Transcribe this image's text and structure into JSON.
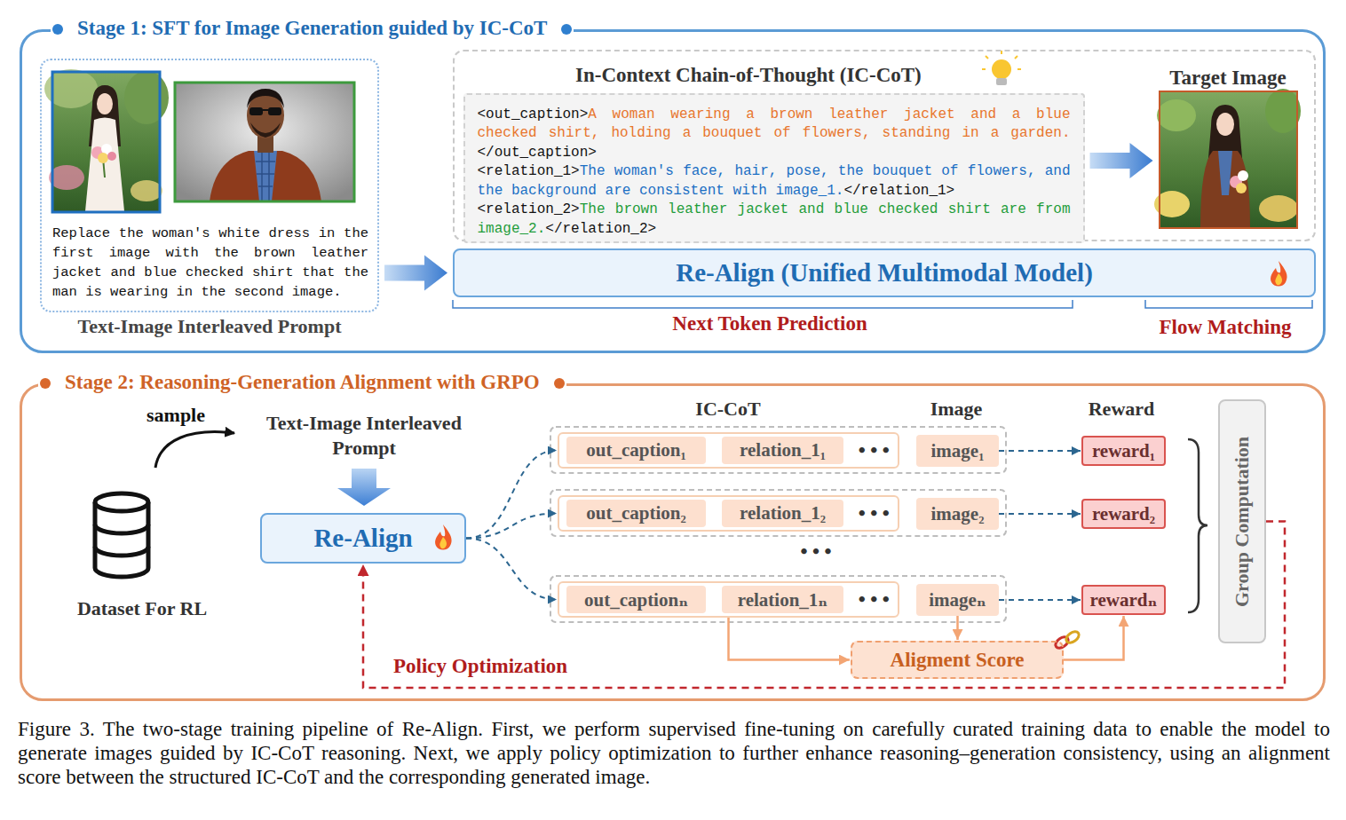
{
  "diagram": {
    "caption": "Figure 3. The two-stage training pipeline of Re-Align. First, we perform supervised fine-tuning on carefully curated training data to enable the model to generate images guided by IC-CoT reasoning. Next, we apply policy optimization to further enhance reasoning–generation consistency, using an alignment score between the structured IC-CoT and the corresponding generated image.",
    "nodes": [
      {
        "text": [
          "Stage 1: SFT for Image Generation guided by IC-CoT"
        ]
      },
      {
        "text": [
          "Replace the woman's white dress in the first image with the brown leather jacket and blue checked shirt that the man is wearing in the second image.",
          "Text-Image Interleaved Prompt"
        ],
        "in": 0
      },
      {
        "text": [
          "In-Context Chain-of-Thought (IC-CoT)"
        ],
        "in": 0
      },
      {
        "text": [
          "<out_caption>",
          "A woman wearing a brown leather jacket and a blue checked shirt, holding a bouquet of flowers, standing in a garden.",
          "</out_caption>",
          "<relation_1>",
          "The woman's face, hair, pose, the bouquet of flowers, and the background are consistent with image_1.",
          "</relation_1>",
          "<relation_2>",
          "The brown leather jacket and blue checked shirt are from image_2.",
          "</relation_2>"
        ],
        "in": 2
      },
      {
        "text": [
          "Target Image"
        ],
        "in": 2
      },
      {
        "text": [
          "Re-Align (Unified Multimodal Model)"
        ],
        "in": 0
      },
      {
        "text": [
          "Stage 2: Reasoning-Generation Alignment with GRPO"
        ]
      },
      {
        "text": [
          "Re-Align"
        ],
        "in": 6
      },
      {
        "text": [
          "•••"
        ],
        "in": 6
      },
      {
        "text": [
          "out_caption₁"
        ],
        "in": 8
      },
      {
        "text": [
          "relation_1₁"
        ],
        "in": 8
      },
      {
        "text": [
          "image₁"
        ],
        "in": 6
      },
      {
        "text": [
          "reward₁"
        ],
        "in": 6
      },
      {
        "text": [
          "•••"
        ],
        "in": 6
      },
      {
        "text": [
          "out_caption₂"
        ],
        "in": 13
      },
      {
        "text": [
          "relation_1₂"
        ],
        "in": 13
      },
      {
        "text": [
          "image₂"
        ],
        "in": 6
      },
      {
        "text": [
          "reward₂"
        ],
        "in": 6
      },
      {
        "text": [
          "•••"
        ],
        "in": 6
      },
      {
        "text": [
          "out_captionₙ"
        ],
        "in": 18
      },
      {
        "text": [
          "relation_1ₙ"
        ],
        "in": 18
      },
      {
        "text": [
          "imageₙ"
        ],
        "in": 6
      },
      {
        "text": [
          "rewardₙ"
        ],
        "in": 6
      },
      {
        "text": [
          "Aligment Score"
        ],
        "in": 6
      },
      {
        "text": [
          "Group Computation"
        ],
        "in": 6
      }
    ],
    "edges": [
      {
        "from": 1,
        "to": 5,
        "arrow": "to"
      },
      {
        "from": 3,
        "to": 4,
        "arrow": "to"
      },
      {
        "from": 7,
        "to": 8,
        "arrow": "to"
      },
      {
        "from": 7,
        "to": 13,
        "arrow": "to"
      },
      {
        "from": 7,
        "to": 18,
        "arrow": "to"
      },
      {
        "from": 11,
        "to": 12,
        "arrow": "to"
      },
      {
        "from": 16,
        "to": 17,
        "arrow": "to"
      },
      {
        "from": 21,
        "to": 22,
        "arrow": "to"
      },
      {
        "from": 18,
        "to": 23,
        "arrow": "to"
      },
      {
        "from": 21,
        "to": 23,
        "arrow": "to"
      },
      {
        "from": 23,
        "to": 22,
        "arrow": "to"
      },
      {
        "from": 24,
        "to": 7,
        "arrow": "to",
        "label": "Policy Optimization"
      }
    ],
    "labels": [
      "Next Token Prediction",
      "Flow Matching",
      "sample",
      "Dataset For RL",
      "Text-Image Interleaved Prompt",
      "IC-CoT",
      "Image",
      "Reward",
      "•••"
    ]
  }
}
